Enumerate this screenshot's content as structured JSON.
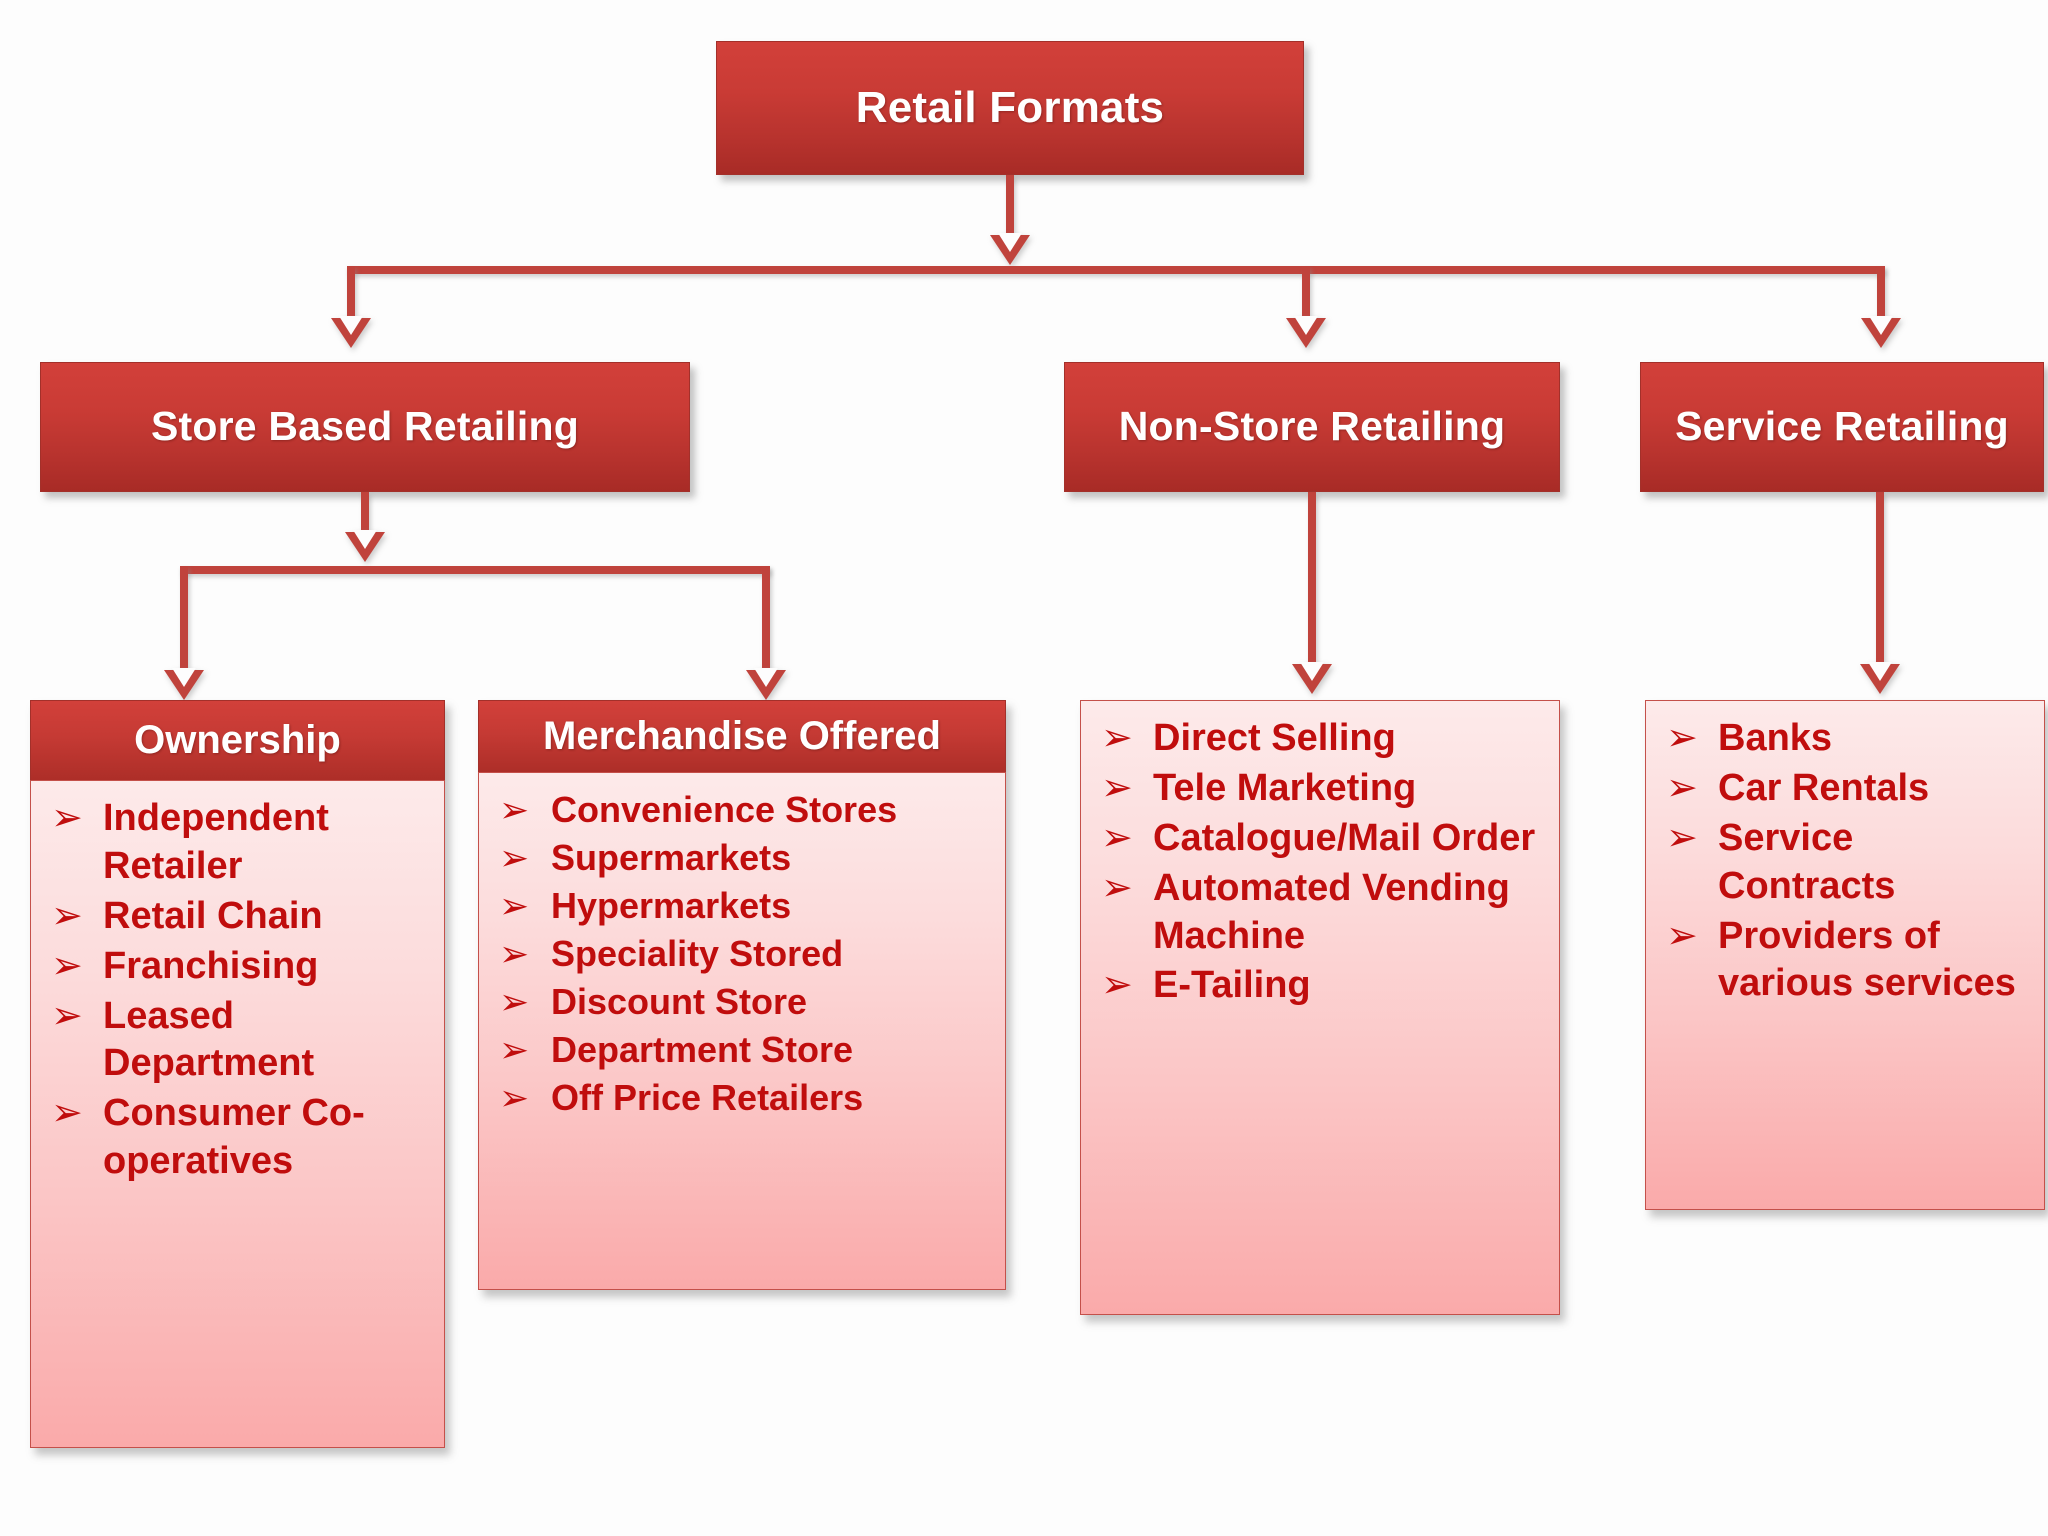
{
  "diagram": {
    "title": "Retail Formats",
    "bullet_glyph": "➢",
    "colors": {
      "header_red_top": "#d2403a",
      "header_red_bottom": "#a82b26",
      "connector_red": "#c0433c",
      "body_pink_top": "#fdeaea",
      "body_pink_bottom": "#faaaaa",
      "text_red": "#c00d0d",
      "header_text": "#ffffff",
      "background": "#fdfdfd"
    }
  },
  "root": {
    "label": "Retail Formats"
  },
  "level2": [
    {
      "label": "Store Based Retailing"
    },
    {
      "label": "Non-Store Retailing"
    },
    {
      "label": "Service Retailing"
    }
  ],
  "leaves": [
    {
      "title": "Ownership",
      "items": [
        "Independent Retailer",
        "Retail Chain",
        "Franchising",
        "Leased Department",
        "Consumer Co-operatives"
      ]
    },
    {
      "title": "Merchandise Offered",
      "items": [
        "Convenience Stores",
        "Supermarkets",
        "Hypermarkets",
        "Speciality Stored",
        "Discount Store",
        "Department Store",
        "Off Price Retailers"
      ]
    },
    {
      "title": "",
      "items": [
        "Direct Selling",
        "Tele Marketing",
        "Catalogue/Mail Order",
        "Automated Vending Machine",
        "E-Tailing"
      ]
    },
    {
      "title": "",
      "items": [
        "Banks",
        "Car Rentals",
        "Service Contracts",
        "Providers of various services"
      ]
    }
  ]
}
